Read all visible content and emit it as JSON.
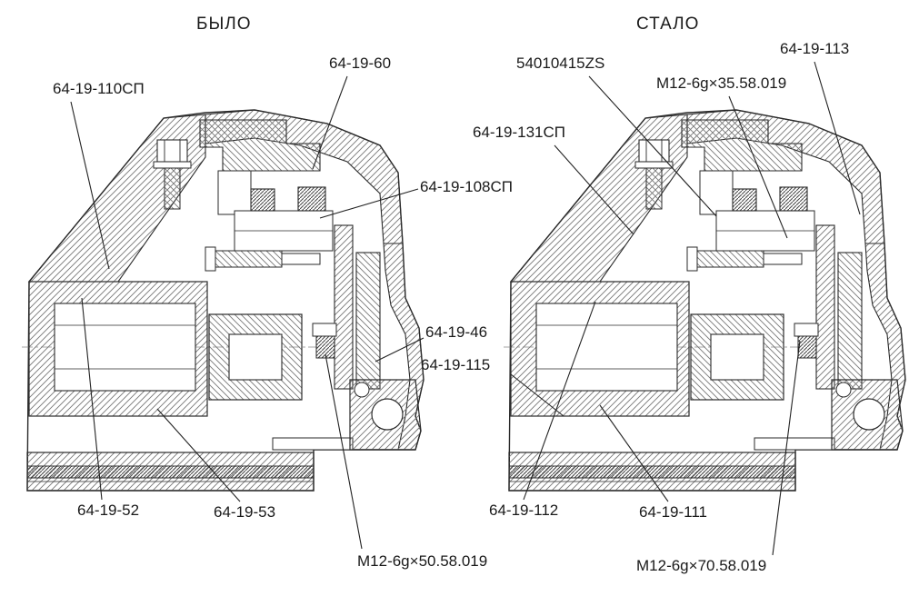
{
  "titles": {
    "before": "БЫЛО",
    "after": "СТАЛО"
  },
  "labels": {
    "before": [
      "64-19-110СП",
      "64-19-60",
      "64-19-108СП",
      "64-19-46",
      "64-19-52",
      "64-19-53",
      "М12-6g×50.58.019"
    ],
    "after": [
      "54010415ZS",
      "М12-6g×35.58.019",
      "64-19-113",
      "64-19-131СП",
      "64-19-115",
      "64-19-112",
      "64-19-111",
      "М12-6g×70.58.019"
    ]
  },
  "drawing": {
    "type": "engineering-cross-section-comparison",
    "line_color": "#2a2a2a",
    "hatch_color": "#777777",
    "background": "#ffffff"
  }
}
